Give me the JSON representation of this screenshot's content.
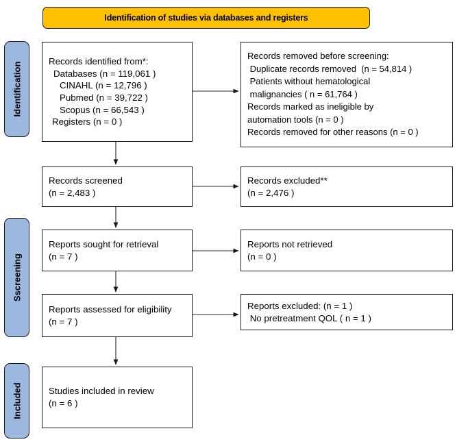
{
  "diagram": {
    "type": "prisma-flow-diagram",
    "banner": {
      "title": "Identification of studies via databases and registers"
    },
    "colors": {
      "banner_fill": "#FFC000",
      "phase_fill": "#9DB8DE",
      "box_fill": "#FFFFFF",
      "stroke": "#1A1A1A"
    },
    "phases": [
      {
        "id": "identification",
        "label": "Identification"
      },
      {
        "id": "screening",
        "label": "Sscreening"
      },
      {
        "id": "included",
        "label": "Included"
      }
    ],
    "boxes": {
      "identified": {
        "lines": [
          "Records identified from*:",
          "Databases (n = 119,061 )",
          "CINAHL (n = 12,796 )",
          "Pubmed (n = 39,722 )",
          "Scopus (n = 66,543 )",
          "Registers (n = 0 )"
        ]
      },
      "removed": {
        "lines": [
          "Records removed before screening:",
          " Duplicate records removed  (n = 54,814 )",
          " Patients without hematological",
          " malignancies ( n = 61,764 )",
          "Records marked as ineligible by",
          "automation tools (n = 0 )",
          "Records removed for other reasons (n = 0 )"
        ]
      },
      "screened": {
        "lines": [
          "Records screened",
          "(n = 2,483 )"
        ]
      },
      "excluded": {
        "lines": [
          "Records excluded**",
          "(n = 2,476 )"
        ]
      },
      "sought": {
        "lines": [
          "Reports sought for retrieval",
          "(n = 7 )"
        ]
      },
      "not_retrieved": {
        "lines": [
          "Reports not retrieved",
          "(n = 0 )"
        ]
      },
      "assessed": {
        "lines": [
          "Reports assessed for eligibility",
          "(n = 7 )"
        ]
      },
      "reports_excluded": {
        "lines": [
          "Reports excluded: (n = 1 )",
          " No pretreatment QOL ( n = 1 )"
        ]
      },
      "included": {
        "lines": [
          "Studies included in review",
          "(n = 6 )"
        ]
      }
    },
    "counts": {
      "databases_total": 119061,
      "cinahl": 12796,
      "pubmed": 39722,
      "scopus": 66543,
      "registers": 0,
      "duplicates_removed": 54814,
      "patients_without_hematological_malignancies": 61764,
      "ineligible_automation_tools": 0,
      "removed_other_reasons": 0,
      "records_screened": 2483,
      "records_excluded": 2476,
      "reports_sought": 7,
      "reports_not_retrieved": 0,
      "reports_assessed": 7,
      "reports_excluded": 1,
      "no_pretreatment_qol": 1,
      "studies_included": 6
    }
  }
}
